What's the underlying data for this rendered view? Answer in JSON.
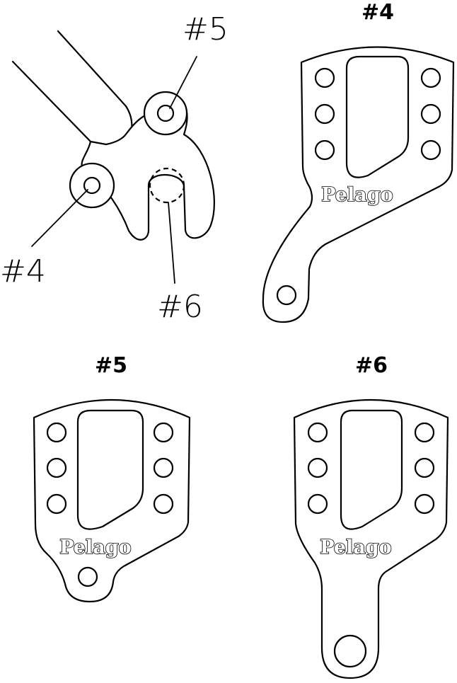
{
  "callouts": {
    "hanger_5": "#5",
    "hanger_4": "#4",
    "hanger_6": "#6"
  },
  "titles": {
    "plate_4": "#4",
    "plate_5": "#5",
    "plate_6": "#6"
  },
  "brand": "Pelago",
  "colors": {
    "line": "#000000",
    "fill": "#ffffff"
  }
}
